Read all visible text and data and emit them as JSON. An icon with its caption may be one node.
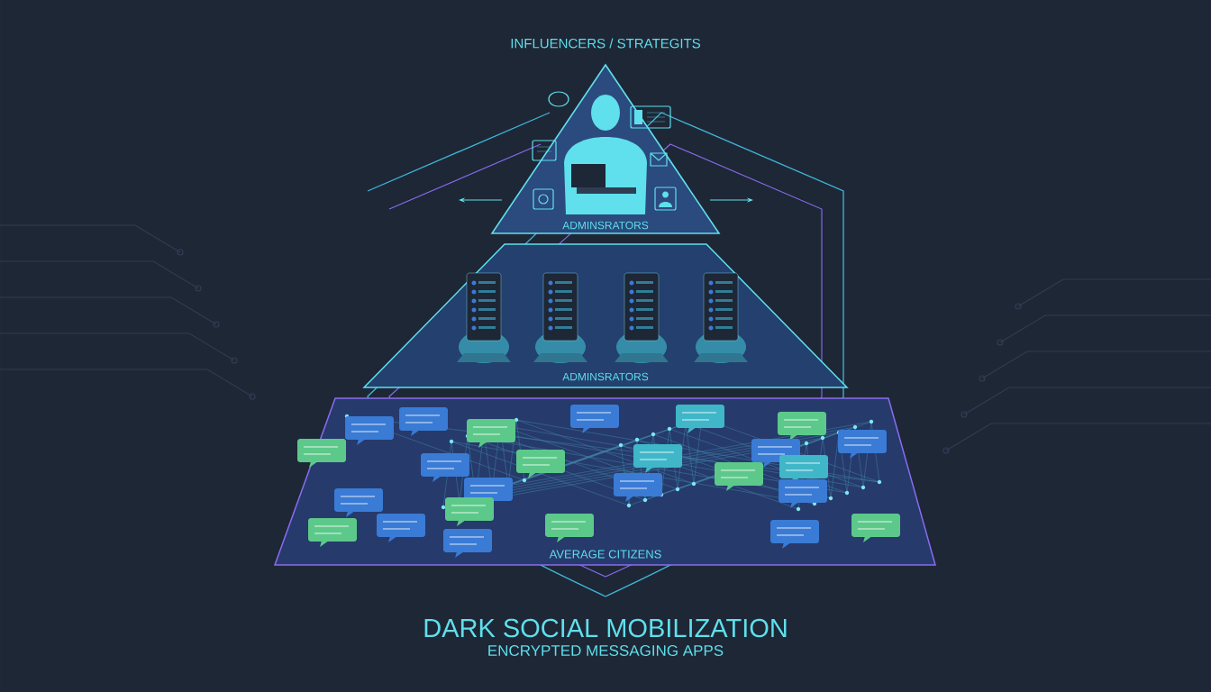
{
  "diagram": {
    "title": "DARK SOCIAL MOBILIZATION",
    "caption": "ENCRYPTED MESSAGING APPS",
    "nodes": [
      {
        "text": [
          "INFLUENCERS / STRATEGITS",
          "ADMINSRATORS"
        ]
      },
      {
        "text": [
          "ADMINSRATORS"
        ]
      },
      {
        "text": [
          "AVERAGE CITIZENS"
        ]
      }
    ]
  }
}
